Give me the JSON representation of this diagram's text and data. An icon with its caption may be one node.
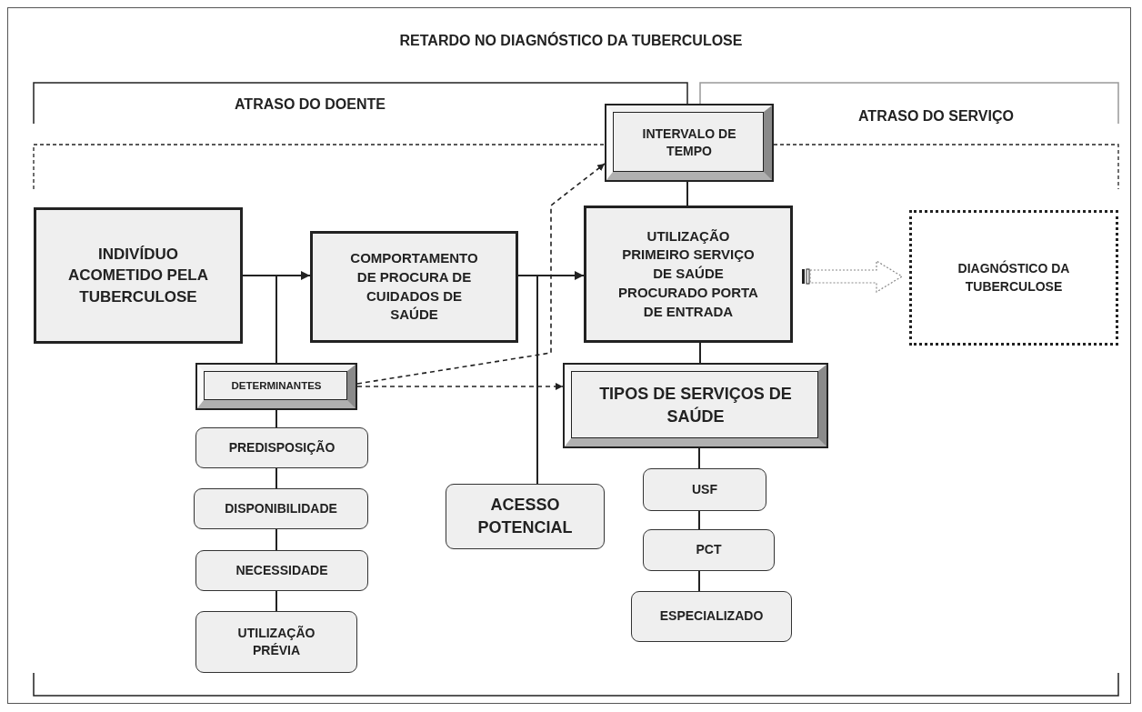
{
  "diagram": {
    "title": "RETARDO NO DIAGNÓSTICO DA TUBERCULOSE",
    "nodes": [
      {
        "text": [
          "INDIVÍDUO ACOMETIDO PELA TUBERCULOSE"
        ]
      },
      {
        "text": [
          "COMPORTAMENTO DE PROCURA DE CUIDADOS DE SAÚDE"
        ]
      },
      {
        "text": [
          "INTERVALO DE TEMPO"
        ]
      },
      {
        "text": [
          "UTILIZAÇÃO PRIMEIRO SERVIÇO DE SAÚDE PROCURADO PORTA DE ENTRADA"
        ]
      },
      {
        "text": [
          "DIAGNÓSTICO DA TUBERCULOSE"
        ]
      },
      {
        "text": [
          "DETERMINANTES"
        ]
      },
      {
        "text": [
          "TIPOS DE SERVIÇOS DE SAÚDE"
        ]
      },
      {
        "text": [
          "PREDISPOSIÇÃO"
        ]
      },
      {
        "text": [
          "DISPONIBILIDADE"
        ]
      },
      {
        "text": [
          "NECESSIDADE"
        ]
      },
      {
        "text": [
          "UTILIZAÇÃO PRÉVIA"
        ]
      },
      {
        "text": [
          "ACESSO POTENCIAL"
        ]
      },
      {
        "text": [
          "USF"
        ]
      },
      {
        "text": [
          "PCT"
        ]
      },
      {
        "text": [
          "ESPECIALIZADO"
        ]
      }
    ],
    "edges": [
      {
        "from": 0,
        "to": 1,
        "arrow": "to"
      },
      {
        "from": 1,
        "to": 3,
        "arrow": "to"
      },
      {
        "from": 0,
        "to": 5,
        "arrow": "none"
      },
      {
        "from": 1,
        "to": 11,
        "arrow": "none"
      },
      {
        "from": 5,
        "to": 2,
        "arrow": "to",
        "style": "dashed"
      },
      {
        "from": 5,
        "to": 6,
        "arrow": "to",
        "style": "dashed"
      },
      {
        "from": 2,
        "to": 3,
        "arrow": "none"
      },
      {
        "from": 3,
        "to": 6,
        "arrow": "none"
      },
      {
        "from": 3,
        "to": 4,
        "arrow": "to",
        "style": "thick"
      },
      {
        "from": 5,
        "to": 7,
        "arrow": "none"
      },
      {
        "from": 7,
        "to": 8,
        "arrow": "none"
      },
      {
        "from": 8,
        "to": 9,
        "arrow": "none"
      },
      {
        "from": 9,
        "to": 10,
        "arrow": "none"
      },
      {
        "from": 6,
        "to": 12,
        "arrow": "none"
      },
      {
        "from": 12,
        "to": 13,
        "arrow": "none"
      },
      {
        "from": 13,
        "to": 14,
        "arrow": "none"
      }
    ],
    "labels": [
      "ATRASO DO DOENTE",
      "ATRASO DO SERVIÇO"
    ]
  }
}
